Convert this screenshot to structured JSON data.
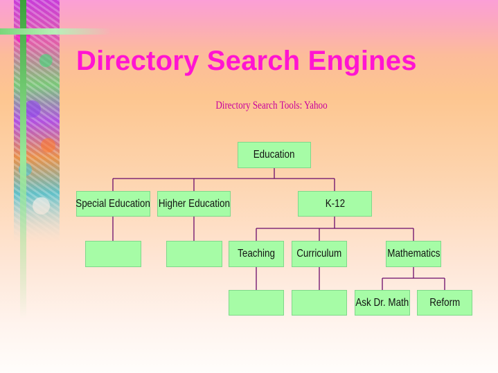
{
  "title": "Directory Search Engines",
  "subtitle": "Directory Search Tools: Yahoo",
  "colors": {
    "title": "#ff14d2",
    "subtitle": "#c8009c",
    "node_fill": "#a6fca6",
    "connector": "#6a0a6a"
  },
  "tree": {
    "root": "Education",
    "level1": [
      "Special Education",
      "Higher Education",
      "K-12"
    ],
    "special_child": "",
    "higher_child": "",
    "k12_children": [
      "Teaching",
      "Curriculum",
      "Mathematics"
    ],
    "teaching_child": "",
    "curriculum_child": "",
    "math_children": [
      "Ask Dr. Math",
      "Reform"
    ]
  }
}
